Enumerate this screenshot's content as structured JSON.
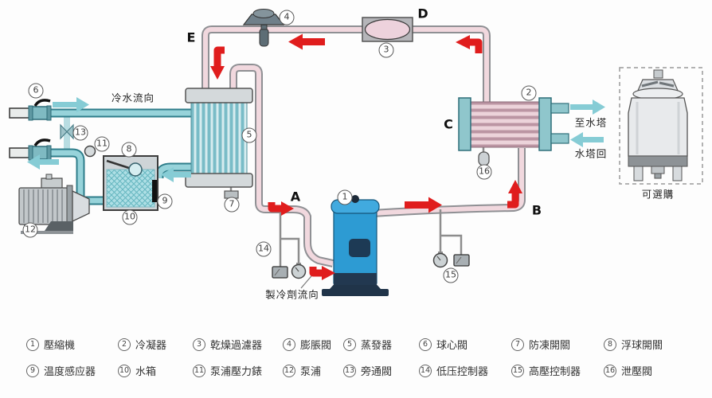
{
  "legend": {
    "items": [
      {
        "num": "1",
        "label": "壓縮機"
      },
      {
        "num": "2",
        "label": "冷凝器"
      },
      {
        "num": "3",
        "label": "乾燥過濾器"
      },
      {
        "num": "4",
        "label": "膨脹閥"
      },
      {
        "num": "5",
        "label": "蒸發器"
      },
      {
        "num": "6",
        "label": "球心閥"
      },
      {
        "num": "7",
        "label": "防凍開關"
      },
      {
        "num": "8",
        "label": "浮球開關"
      },
      {
        "num": "9",
        "label": "温度感应器"
      },
      {
        "num": "10",
        "label": "水箱"
      },
      {
        "num": "11",
        "label": "泵浦壓力錶"
      },
      {
        "num": "12",
        "label": "泵浦"
      },
      {
        "num": "13",
        "label": "旁通閥"
      },
      {
        "num": "14",
        "label": "低压控制器"
      },
      {
        "num": "15",
        "label": "高壓控制器"
      },
      {
        "num": "16",
        "label": "泄壓閥"
      }
    ]
  },
  "diagram": {
    "badges": [
      {
        "num": "1"
      },
      {
        "num": "2"
      },
      {
        "num": "3"
      },
      {
        "num": "4"
      },
      {
        "num": "5"
      },
      {
        "num": "6"
      },
      {
        "num": "7"
      },
      {
        "num": "8"
      },
      {
        "num": "9"
      },
      {
        "num": "10"
      },
      {
        "num": "11"
      },
      {
        "num": "12"
      },
      {
        "num": "13"
      },
      {
        "num": "14"
      },
      {
        "num": "15"
      },
      {
        "num": "16"
      }
    ],
    "flow_letters": [
      {
        "text": "A"
      },
      {
        "text": "B"
      },
      {
        "text": "C"
      },
      {
        "text": "D"
      },
      {
        "text": "E"
      }
    ],
    "annotations": {
      "chilled_water_flow": "冷水流向",
      "refrigerant_flow": "製冷劑流向",
      "to_cooling_tower": "至水塔",
      "cooling_tower_return": "水塔回",
      "optional_purchase": "可選購"
    },
    "colors": {
      "refrigerant_arrow": "#e01d1d",
      "water_arrow": "#86ccd5",
      "refrigerant_pipe": "#f1d8de",
      "water_pipe": "#97d3da",
      "compressor_blue": "#2d9bd3"
    }
  }
}
